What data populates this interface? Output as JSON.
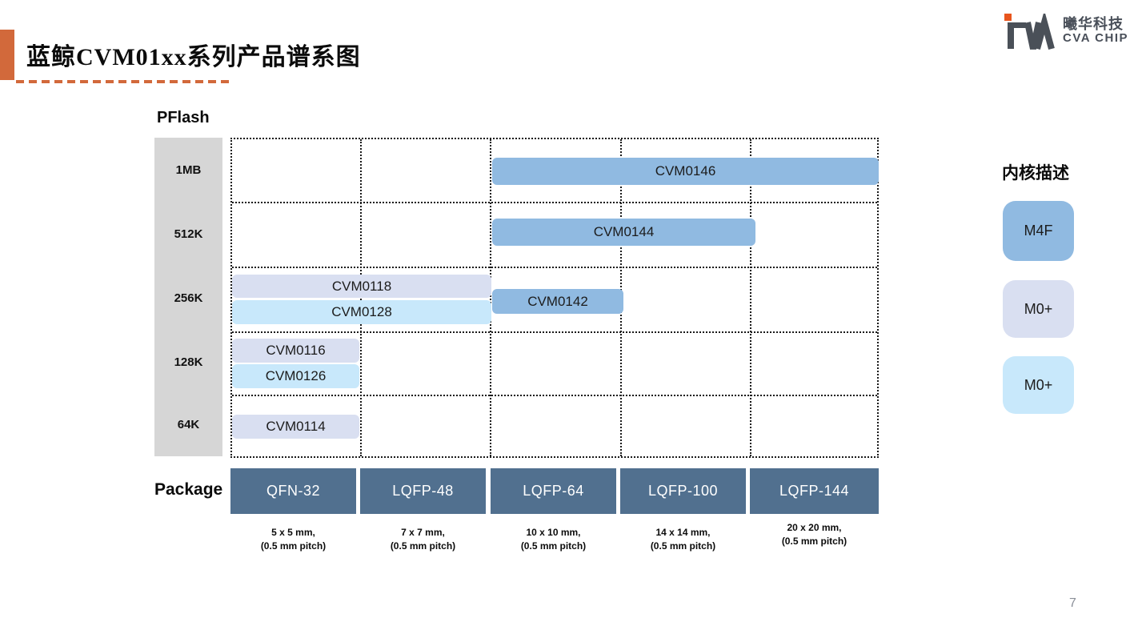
{
  "title": "蓝鲸CVM01xx系列产品谱系图",
  "logo": {
    "mark": "CVA",
    "company_cn": "曦华科技",
    "company_en": "CVA CHIP"
  },
  "palette": {
    "m4f_blue": "#90BAE1",
    "m0p_lavender": "#D9DFF1",
    "m0p_lightblue": "#C8E8FB",
    "package_header": "#51708F",
    "axis_gray": "#D6D6D6",
    "accent_orange": "#D2693B"
  },
  "chart": {
    "y_axis_title": "PFlash",
    "y_labels": [
      "1MB",
      "512K",
      "256K",
      "128K",
      "64K"
    ],
    "x_axis_title": "Package",
    "packages": [
      {
        "name": "QFN-32",
        "size_line1": "5 x 5 mm,",
        "size_line2": "(0.5 mm pitch)"
      },
      {
        "name": "LQFP-48",
        "size_line1": "7 x 7 mm,",
        "size_line2": "(0.5 mm pitch)"
      },
      {
        "name": "LQFP-64",
        "size_line1": "10 x 10 mm,",
        "size_line2": "(0.5 mm pitch)"
      },
      {
        "name": "LQFP-100",
        "size_line1": "14 x 14 mm,",
        "size_line2": "(0.5 mm pitch)"
      },
      {
        "name": "LQFP-144",
        "size_line1": "20 x 20 mm,",
        "size_line2": "(0.5 mm pitch)"
      }
    ],
    "products": [
      {
        "name": "CVM0146",
        "core": "M4F",
        "pflash": "1MB"
      },
      {
        "name": "CVM0144",
        "core": "M4F",
        "pflash": "512K"
      },
      {
        "name": "CVM0118",
        "core": "M0+",
        "pflash": "256K"
      },
      {
        "name": "CVM0128",
        "core": "M0+",
        "pflash": "256K"
      },
      {
        "name": "CVM0142",
        "core": "M4F",
        "pflash": "256K"
      },
      {
        "name": "CVM0116",
        "core": "M0+",
        "pflash": "128K"
      },
      {
        "name": "CVM0126",
        "core": "M0+",
        "pflash": "128K"
      },
      {
        "name": "CVM0114",
        "core": "M0+",
        "pflash": "64K"
      }
    ]
  },
  "legend": {
    "title": "内核描述",
    "items": [
      {
        "label": "M4F",
        "color": "#90BAE1"
      },
      {
        "label": "M0+",
        "color": "#D9DFF1"
      },
      {
        "label": "M0+",
        "color": "#C8E8FB"
      }
    ]
  },
  "page_number": "7",
  "chart_data": {
    "type": "bar",
    "title": "蓝鲸CVM01xx系列产品谱系图",
    "xlabel": "Package",
    "ylabel": "PFlash",
    "x_categories": [
      "QFN-32",
      "LQFP-48",
      "LQFP-64",
      "LQFP-100",
      "LQFP-144"
    ],
    "y_categories": [
      "1MB",
      "512K",
      "256K",
      "128K",
      "64K"
    ],
    "package_sizes": [
      "5 x 5 mm, (0.5 mm pitch)",
      "7 x 7 mm, (0.5 mm pitch)",
      "10 x 10 mm, (0.5 mm pitch)",
      "14 x 14 mm, (0.5 mm pitch)",
      "20 x 20 mm, (0.5 mm pitch)"
    ],
    "legend": {
      "title": "内核描述",
      "entries": [
        {
          "label": "M4F",
          "color": "#90BAE1"
        },
        {
          "label": "M0+",
          "color": "#D9DFF1"
        },
        {
          "label": "M0+",
          "color": "#C8E8FB"
        }
      ]
    },
    "series": [
      {
        "name": "CVM0146",
        "pflash": "1MB",
        "package_start": "LQFP-64",
        "package_end": "LQFP-144",
        "core": "M4F",
        "color": "#90BAE1"
      },
      {
        "name": "CVM0144",
        "pflash": "512K",
        "package_start": "LQFP-64",
        "package_end": "LQFP-100",
        "core": "M4F",
        "color": "#90BAE1"
      },
      {
        "name": "CVM0118",
        "pflash": "256K",
        "package_start": "QFN-32",
        "package_end": "LQFP-48",
        "core": "M0+",
        "color": "#D9DFF1"
      },
      {
        "name": "CVM0128",
        "pflash": "256K",
        "package_start": "QFN-32",
        "package_end": "LQFP-48",
        "core": "M0+",
        "color": "#C8E8FB"
      },
      {
        "name": "CVM0142",
        "pflash": "256K",
        "package_start": "LQFP-64",
        "package_end": "LQFP-64",
        "core": "M4F",
        "color": "#90BAE1"
      },
      {
        "name": "CVM0116",
        "pflash": "128K",
        "package_start": "QFN-32",
        "package_end": "QFN-32",
        "core": "M0+",
        "color": "#D9DFF1"
      },
      {
        "name": "CVM0126",
        "pflash": "128K",
        "package_start": "QFN-32",
        "package_end": "QFN-32",
        "core": "M0+",
        "color": "#C8E8FB"
      },
      {
        "name": "CVM0114",
        "pflash": "64K",
        "package_start": "QFN-32",
        "package_end": "QFN-32",
        "core": "M0+",
        "color": "#D9DFF1"
      }
    ],
    "grid": "dotted",
    "legend_position": "right"
  }
}
